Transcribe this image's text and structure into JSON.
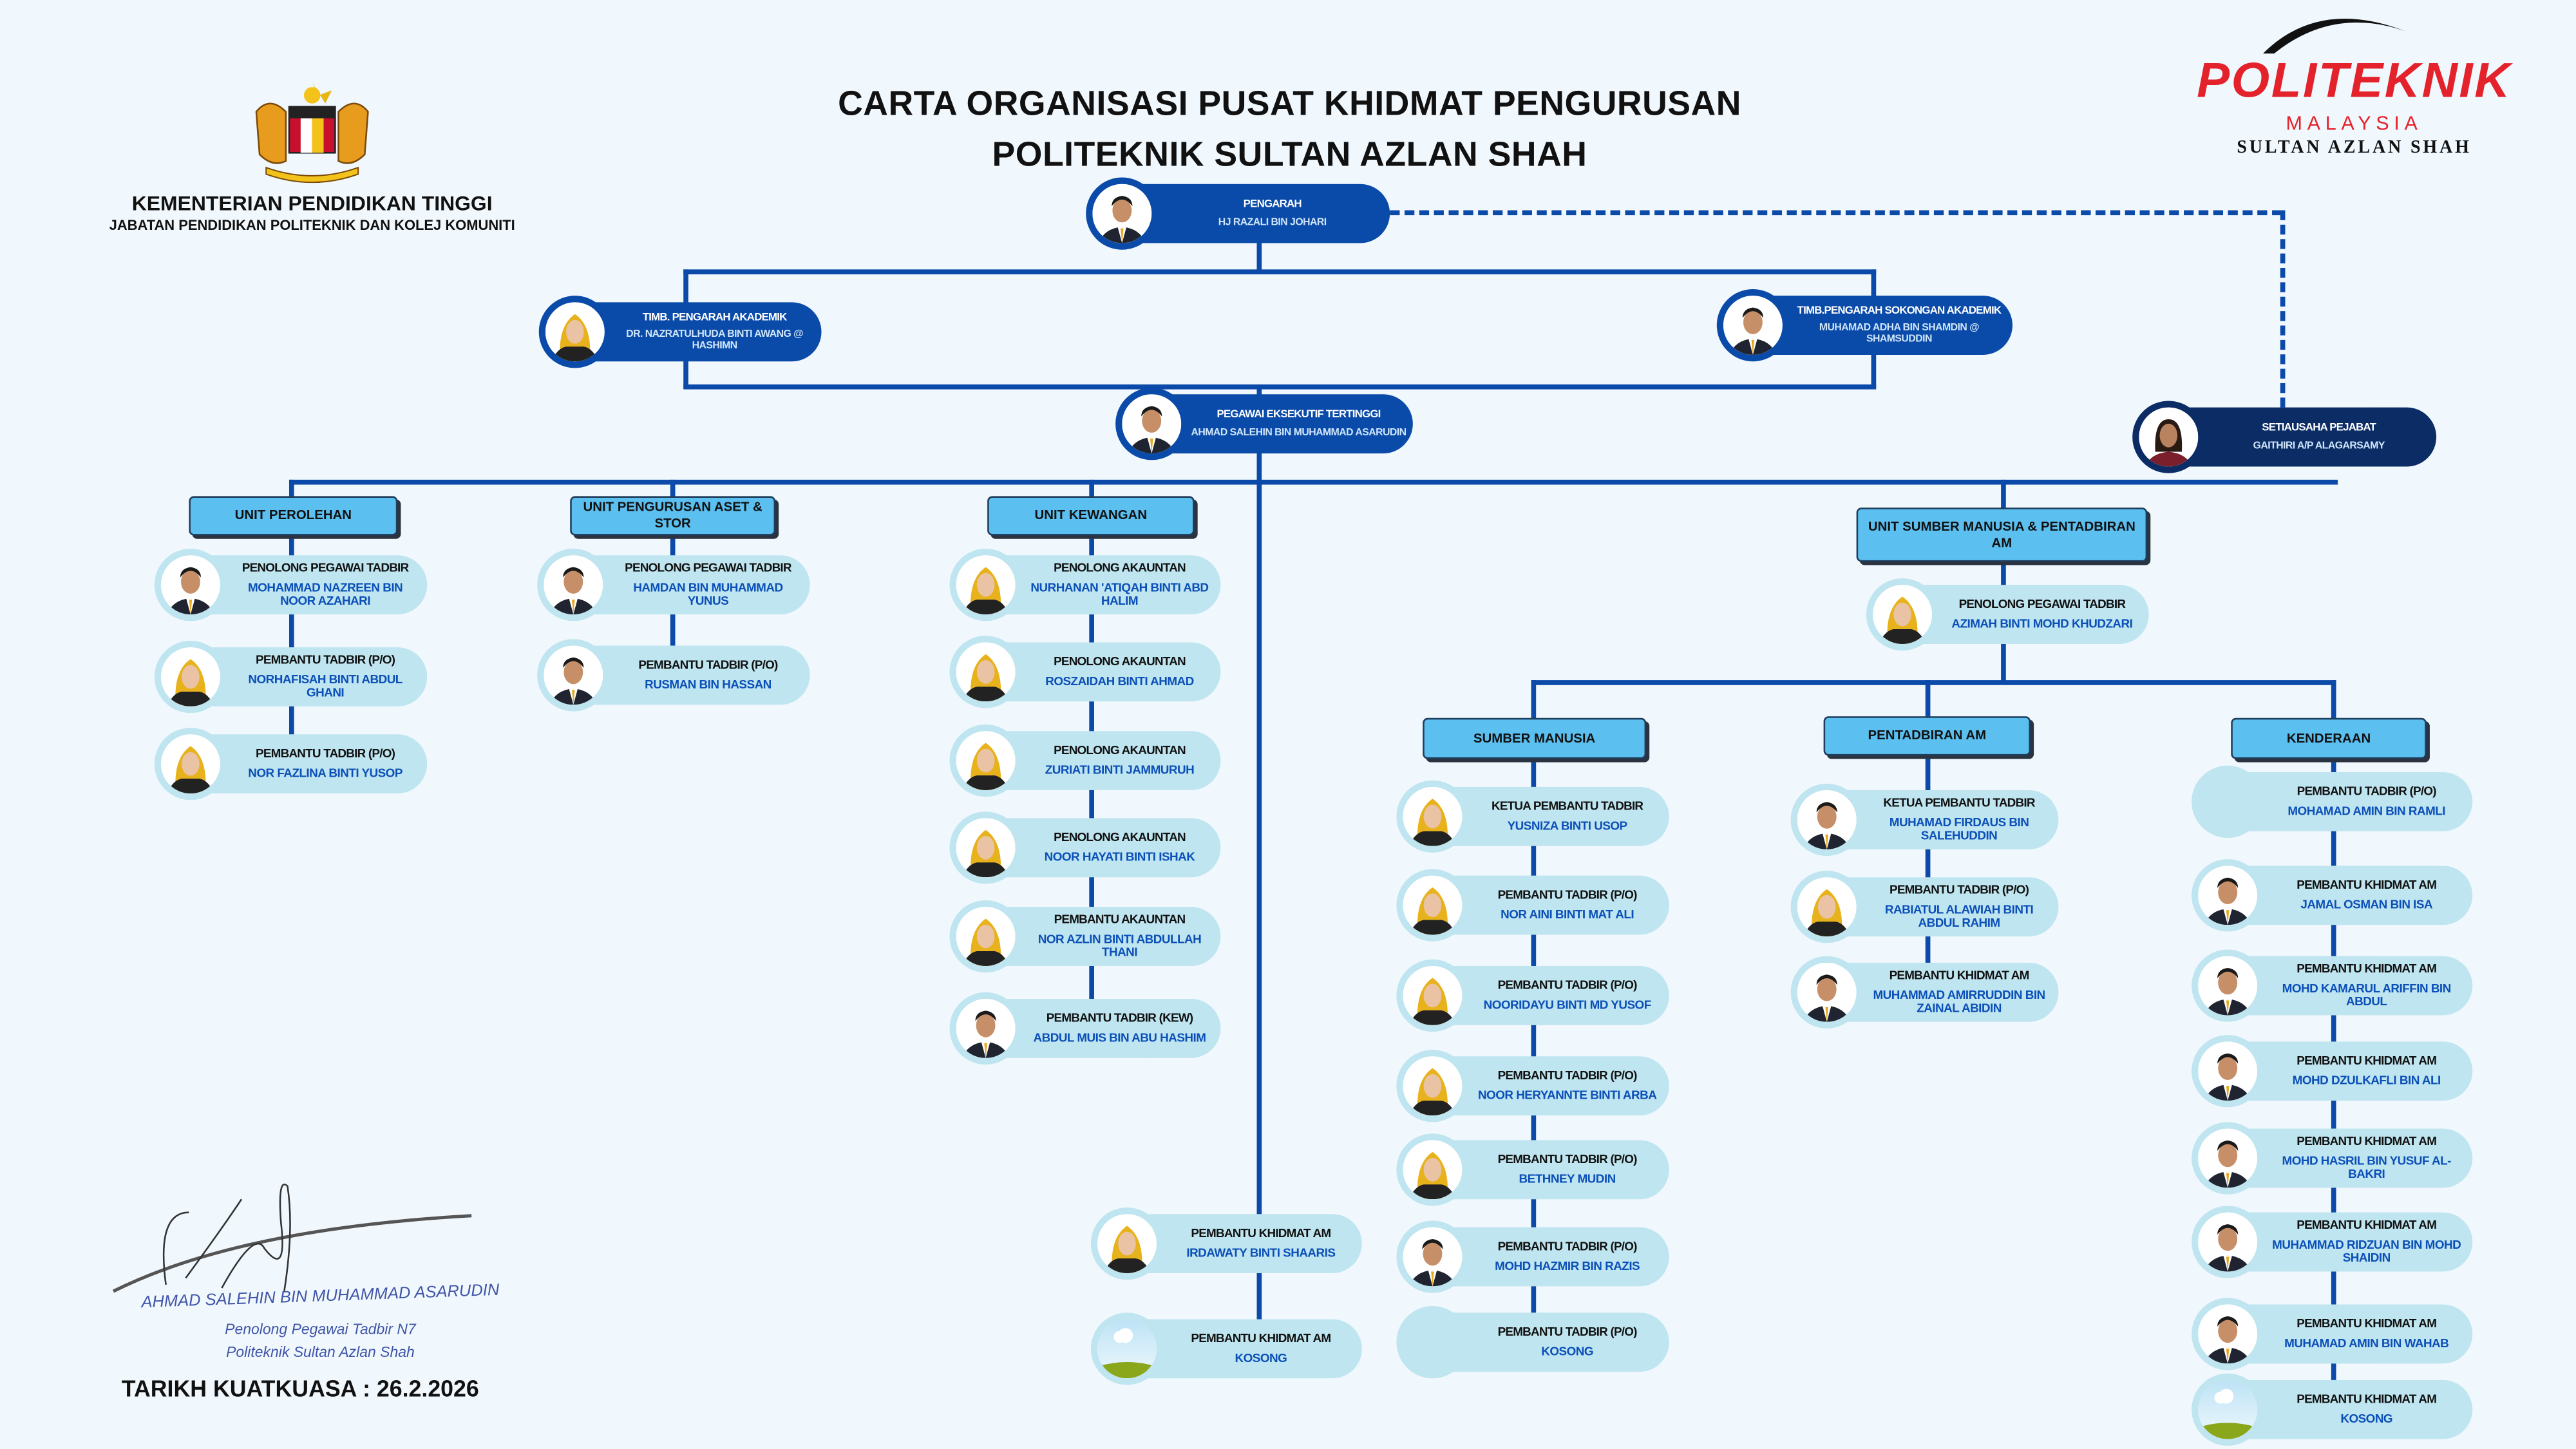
{
  "header": {
    "ministry": "KEMENTERIAN PENDIDIKAN TINGGI",
    "department": "JABATAN PENDIDIKAN POLITEKNIK DAN KOLEJ KOMUNITI",
    "emblem_icon": "malaysia-coat-of-arms-icon"
  },
  "title": {
    "line1": "CARTA ORGANISASI PUSAT KHIDMAT PENGURUSAN",
    "line2": "POLITEKNIK SULTAN AZLAN SHAH"
  },
  "logo": {
    "brand": "POLITEKNIK",
    "country": "MALAYSIA",
    "campus": "SULTAN AZLAN SHAH"
  },
  "leaders": {
    "pengarah": {
      "title": "PENGARAH",
      "name": "HJ RAZALI BIN JOHARI",
      "photo": "male"
    },
    "timb_akademik": {
      "title": "TIMB. PENGARAH AKADEMIK",
      "name": "DR. NAZRATULHUDA BINTI AWANG @ HASHIMN",
      "photo": "female"
    },
    "timb_sokongan": {
      "title": "TIMB.PENGARAH SOKONGAN AKADEMIK",
      "name": "MUHAMAD ADHA BIN SHAMDIN @ SHAMSUDDIN",
      "photo": "male"
    },
    "pekt": {
      "title": "PEGAWAI EKSEKUTIF TERTINGGI",
      "name": "AHMAD SALEHIN BIN MUHAMMAD ASARUDIN",
      "photo": "male"
    },
    "setiausaha": {
      "title": "SETIAUSAHA PEJABAT",
      "name": "GAITHIRI A/P ALAGARSAMY",
      "photo": "female-plain"
    }
  },
  "units": {
    "perolehan": {
      "label": "UNIT PEROLEHAN",
      "members": [
        {
          "title": "PENOLONG PEGAWAI TADBIR",
          "name": "MOHAMMAD NAZREEN BIN NOOR AZAHARI",
          "photo": "male"
        },
        {
          "title": "PEMBANTU TADBIR (P/O)",
          "name": "NORHAFISAH BINTI ABDUL GHANI",
          "photo": "female"
        },
        {
          "title": "PEMBANTU TADBIR (P/O)",
          "name": "NOR FAZLINA BINTI YUSOP",
          "photo": "female"
        }
      ]
    },
    "aset": {
      "label": "UNIT PENGURUSAN ASET & STOR",
      "members": [
        {
          "title": "PENOLONG PEGAWAI TADBIR",
          "name": "HAMDAN BIN  MUHAMMAD YUNUS",
          "photo": "male"
        },
        {
          "title": "PEMBANTU TADBIR (P/O)",
          "name": "RUSMAN BIN HASSAN",
          "photo": "male"
        }
      ]
    },
    "kewangan": {
      "label": "UNIT KEWANGAN",
      "members": [
        {
          "title": "PENOLONG AKAUNTAN",
          "name": "NURHANAN 'ATIQAH BINTI ABD HALIM",
          "photo": "female"
        },
        {
          "title": "PENOLONG AKAUNTAN",
          "name": "ROSZAIDAH BINTI AHMAD",
          "photo": "female"
        },
        {
          "title": "PENOLONG AKAUNTAN",
          "name": "ZURIATI BINTI JAMMURUH",
          "photo": "female"
        },
        {
          "title": "PENOLONG AKAUNTAN",
          "name": "NOOR HAYATI BINTI ISHAK",
          "photo": "female"
        },
        {
          "title": "PEMBANTU AKAUNTAN",
          "name": "NOR AZLIN BINTI ABDULLAH THANI",
          "photo": "female"
        },
        {
          "title": "PEMBANTU TADBIR (KEW)",
          "name": "ABDUL MUIS BIN ABU HASHIM",
          "photo": "male"
        }
      ]
    },
    "sm_pam": {
      "label": "UNIT SUMBER MANUSIA & PENTADBIRAN AM",
      "members": [
        {
          "title": "PENOLONG PEGAWAI TADBIR",
          "name": "AZIMAH BINTI MOHD KHUDZARI",
          "photo": "female"
        }
      ]
    },
    "sumber_manusia": {
      "label": "SUMBER MANUSIA",
      "members": [
        {
          "title": "KETUA PEMBANTU TADBIR",
          "name": "YUSNIZA BINTI USOP",
          "photo": "female"
        },
        {
          "title": "PEMBANTU TADBIR (P/O)",
          "name": "NOR AINI BINTI MAT ALI",
          "photo": "female"
        },
        {
          "title": "PEMBANTU TADBIR (P/O)",
          "name": "NOORIDAYU BINTI MD YUSOF",
          "photo": "female"
        },
        {
          "title": "PEMBANTU TADBIR (P/O)",
          "name": "NOOR HERYANNTE BINTI ARBA",
          "photo": "female"
        },
        {
          "title": "PEMBANTU TADBIR (P/O)",
          "name": "BETHNEY MUDIN",
          "photo": "female"
        },
        {
          "title": "PEMBANTU TADBIR (P/O)",
          "name": "MOHD HAZMIR BIN RAZIS",
          "photo": "male"
        },
        {
          "title": "PEMBANTU TADBIR (P/O)",
          "name": "KOSONG",
          "photo": "none"
        }
      ]
    },
    "pentadbiran": {
      "label": "PENTADBIRAN AM",
      "members": [
        {
          "title": "KETUA PEMBANTU TADBIR",
          "name": "MUHAMAD FIRDAUS BIN SALEHUDDIN",
          "photo": "male"
        },
        {
          "title": "PEMBANTU TADBIR (P/O)",
          "name": "RABIATUL ALAWIAH BINTI ABDUL RAHIM",
          "photo": "female"
        },
        {
          "title": "PEMBANTU KHIDMAT AM",
          "name": "MUHAMMAD AMIRRUDDIN BIN ZAINAL ABIDIN",
          "photo": "male"
        }
      ]
    },
    "kenderaan": {
      "label": "KENDERAAN",
      "members": [
        {
          "title": "PEMBANTU TADBIR (P/O)",
          "name": "MOHAMAD AMIN BIN RAMLI",
          "photo": "none"
        },
        {
          "title": "PEMBANTU KHIDMAT AM",
          "name": "JAMAL OSMAN BIN ISA",
          "photo": "male"
        },
        {
          "title": "PEMBANTU KHIDMAT AM",
          "name": "MOHD KAMARUL ARIFFIN BIN ABDUL",
          "photo": "male"
        },
        {
          "title": "PEMBANTU KHIDMAT AM",
          "name": "MOHD DZULKAFLI BIN ALI",
          "photo": "male"
        },
        {
          "title": "PEMBANTU KHIDMAT AM",
          "name": "MOHD HASRIL BIN YUSUF AL-BAKRI",
          "photo": "male"
        },
        {
          "title": "PEMBANTU KHIDMAT AM",
          "name": "MUHAMMAD RIDZUAN BIN MOHD SHAIDIN",
          "photo": "male"
        },
        {
          "title": "PEMBANTU KHIDMAT AM",
          "name": "MUHAMAD AMIN BIN WAHAB",
          "photo": "male"
        },
        {
          "title": "PEMBANTU KHIDMAT AM",
          "name": "KOSONG",
          "photo": "vacant"
        }
      ]
    },
    "pekt_staff": {
      "label": "",
      "members": [
        {
          "title": "PEMBANTU KHIDMAT AM",
          "name": "IRDAWATY BINTI SHAARIS",
          "photo": "female"
        },
        {
          "title": "PEMBANTU KHIDMAT AM",
          "name": "KOSONG",
          "photo": "vacant"
        }
      ]
    }
  },
  "signature": {
    "name": "AHMAD SALEHIN BIN MUHAMMAD ASARUDIN",
    "position": "Penolong Pegawai Tadbir N7",
    "institution": "Politeknik Sultan Azlan Shah"
  },
  "effective_date": "TARIKH KUATKUASA : 26.2.2026",
  "colors": {
    "line": "#0b4aa8",
    "leader_card": "#0a4aa8",
    "staff_card": "#bfe5f0",
    "unit_header": "#5bbff0",
    "brand_red": "#e3222c"
  }
}
